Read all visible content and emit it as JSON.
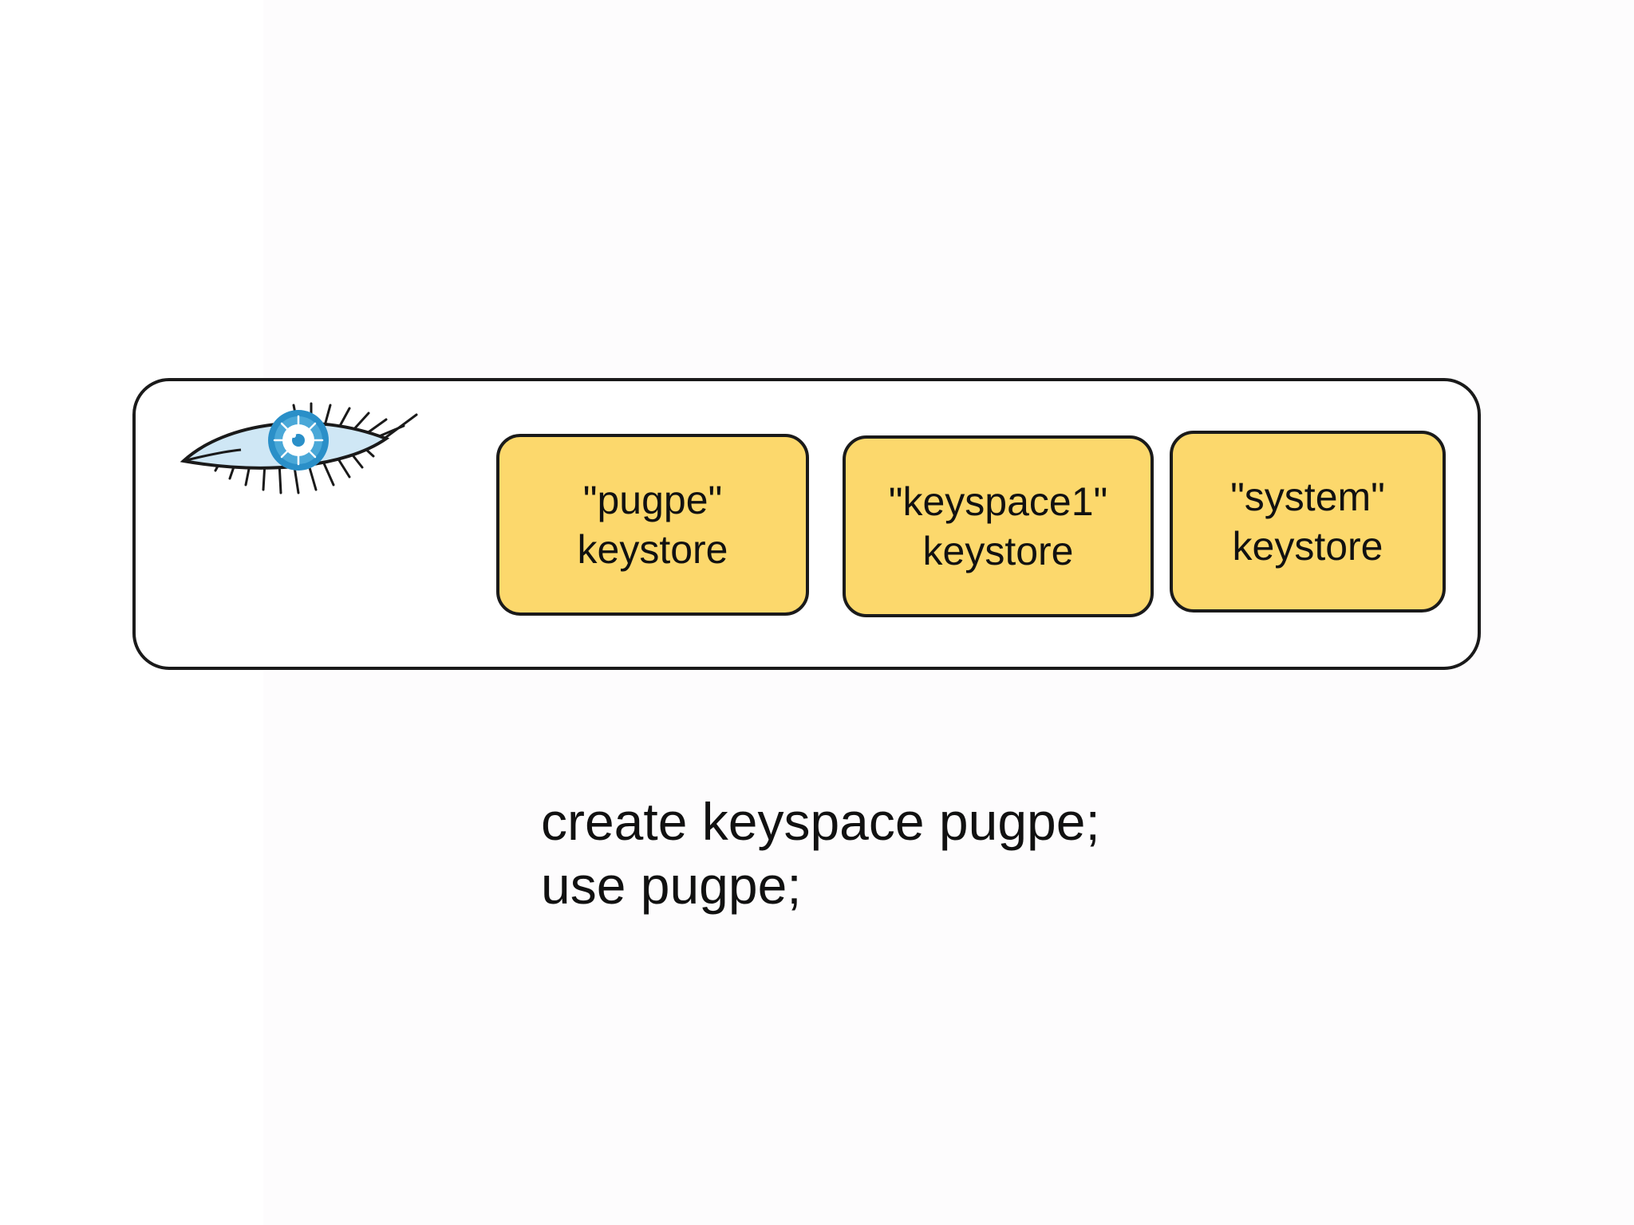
{
  "colors": {
    "keystore_fill": "#fcd86c",
    "outline": "#1a1a1a",
    "eye_iris": "#2a8fc8",
    "eye_white": "#cfe7f5"
  },
  "logo": {
    "icon": "cassandra-eye-icon"
  },
  "keystores": [
    {
      "name": "\"pugpe\"",
      "label": "keystore"
    },
    {
      "name": "\"keyspace1\"",
      "label": "keystore"
    },
    {
      "name": "\"system\"",
      "label": "keystore"
    }
  ],
  "command": {
    "line1": "create keyspace pugpe;",
    "line2": "use pugpe;"
  }
}
